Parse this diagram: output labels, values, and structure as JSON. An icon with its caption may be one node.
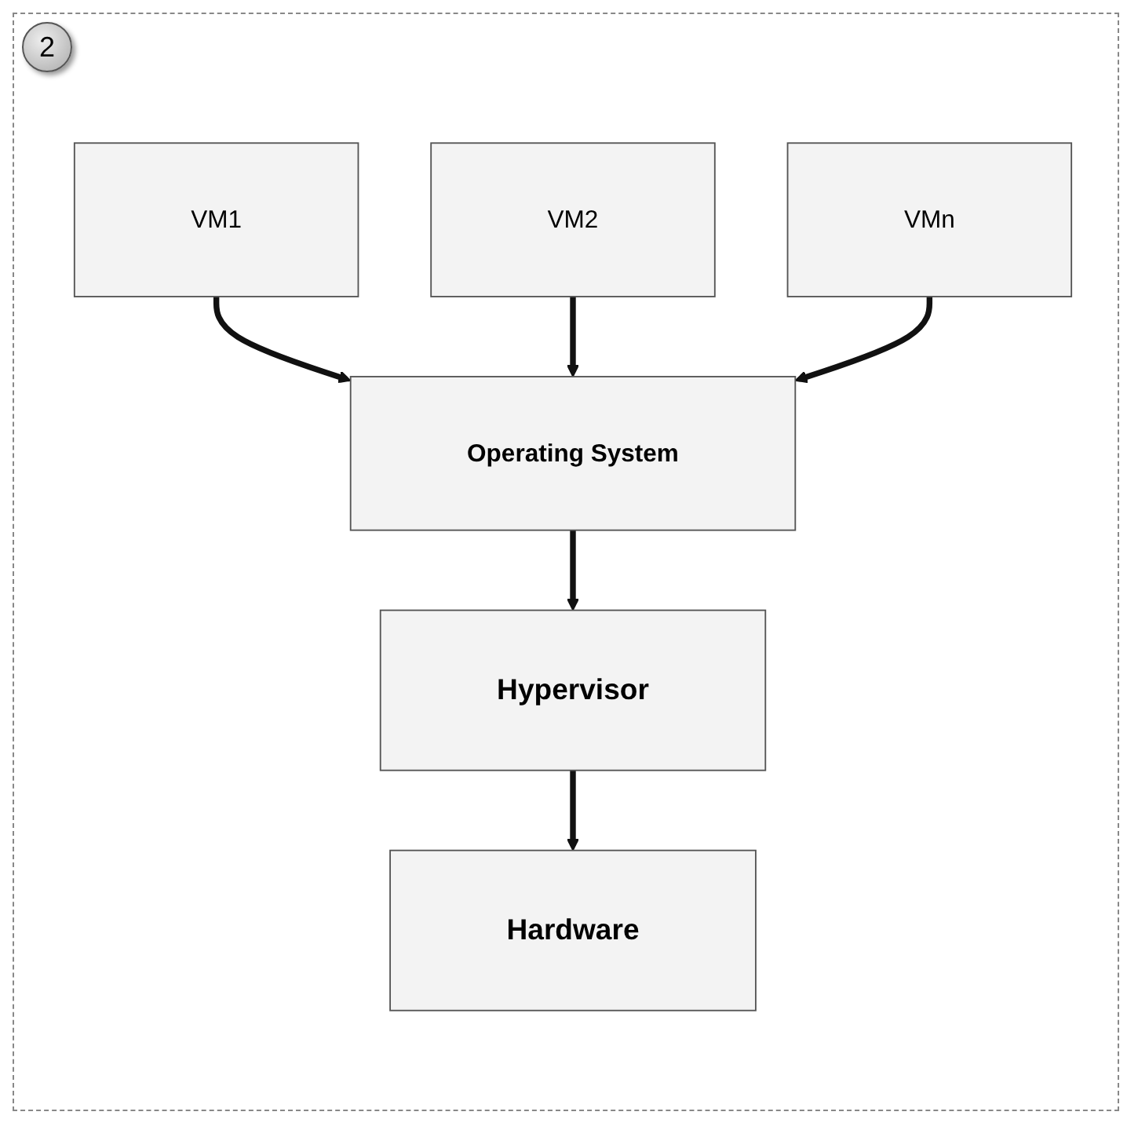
{
  "diagram": {
    "nodes": [
      {
        "text": [
          "VM1"
        ]
      },
      {
        "text": [
          "VM2"
        ]
      },
      {
        "text": [
          "VMn"
        ]
      },
      {
        "text": [
          "Operating System"
        ]
      },
      {
        "text": [
          "Hypervisor"
        ]
      },
      {
        "text": [
          "Hardware"
        ]
      }
    ],
    "edges": [
      {
        "from": 0,
        "to": 3,
        "arrow": "to"
      },
      {
        "from": 1,
        "to": 3,
        "arrow": "to"
      },
      {
        "from": 2,
        "to": 3,
        "arrow": "to"
      },
      {
        "from": 3,
        "to": 4,
        "arrow": "to"
      },
      {
        "from": 4,
        "to": 5,
        "arrow": "to"
      }
    ],
    "labels": [
      "2"
    ]
  }
}
